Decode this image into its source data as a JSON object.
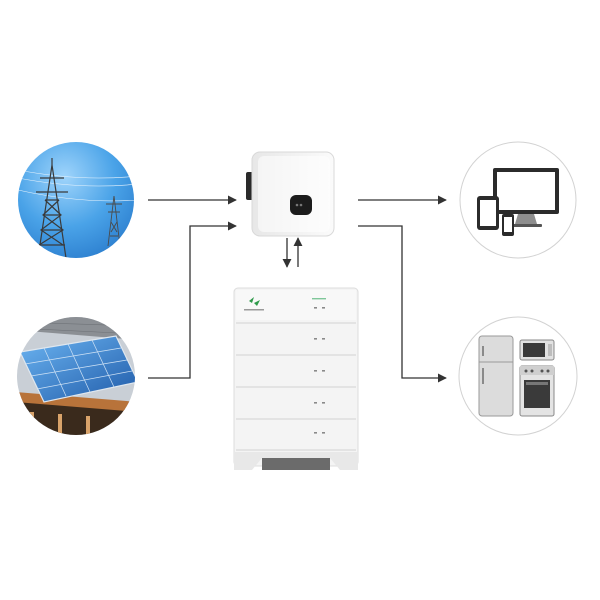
{
  "nodes": [
    {
      "id": "grid",
      "icon": "power-tower-icon"
    },
    {
      "id": "solar",
      "icon": "solar-panel-icon"
    },
    {
      "id": "inverter",
      "icon": "hybrid-inverter-icon"
    },
    {
      "id": "battery",
      "icon": "battery-stack-icon"
    },
    {
      "id": "devices",
      "icon": "electronics-icon"
    },
    {
      "id": "appliances",
      "icon": "home-appliances-icon"
    }
  ],
  "flows": [
    {
      "from": "grid",
      "to": "inverter"
    },
    {
      "from": "solar",
      "to": "inverter"
    },
    {
      "from": "inverter",
      "to": "battery"
    },
    {
      "from": "battery",
      "to": "inverter"
    },
    {
      "from": "inverter",
      "to": "devices"
    },
    {
      "from": "inverter",
      "to": "appliances"
    }
  ],
  "colors": {
    "sky": "#4aa3e8",
    "panel": "#2f6fc2",
    "arrow": "#333333",
    "unit_body": "#f4f4f4",
    "battery_module": "#f1f1f1",
    "brand_green": "#2e9a4a",
    "appliance_ring": "#d2d2d2"
  }
}
